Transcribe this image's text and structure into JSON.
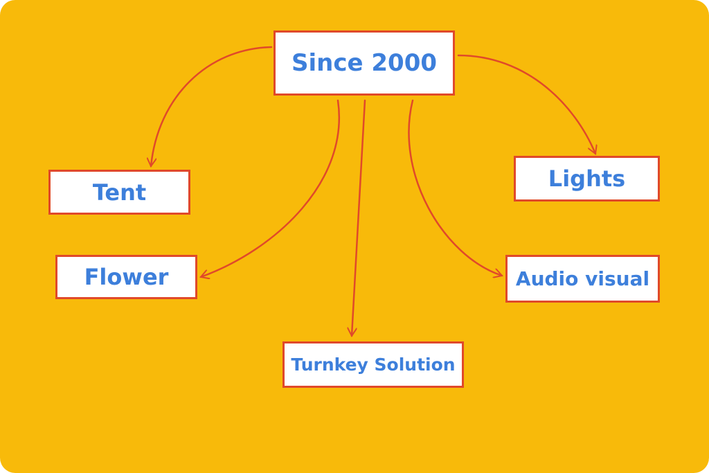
{
  "diagram": {
    "root": "Since 2000",
    "children": [
      "Tent",
      "Flower",
      "Turnkey Solution",
      "Lights",
      "Audio visual"
    ]
  },
  "colors": {
    "background": "#F8BA0A",
    "border": "#E0492A",
    "text": "#3D7FDB",
    "box": "#FFFFFF"
  }
}
